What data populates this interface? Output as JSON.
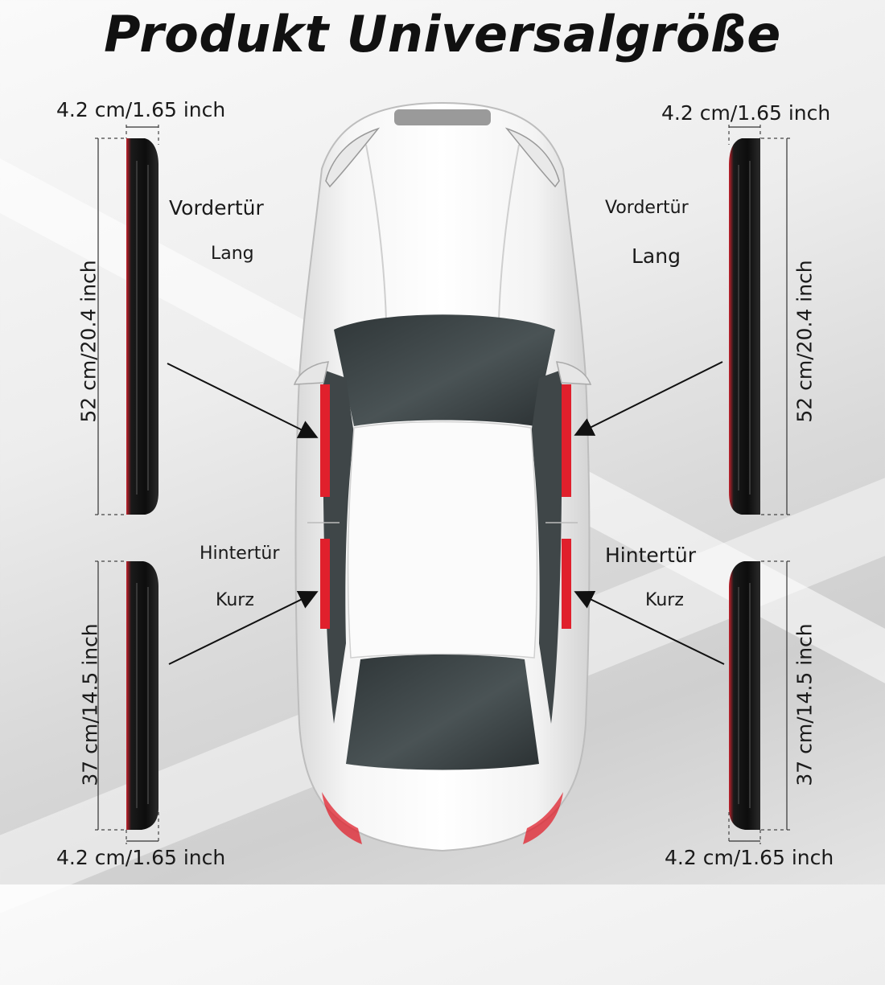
{
  "title": "Produkt Universalgröße",
  "labels": {
    "width_top_left": "4.2 cm/1.65 inch",
    "width_top_right": "4.2 cm/1.65 inch",
    "width_bottom_left": "4.2 cm/1.65 inch",
    "width_bottom_right": "4.2 cm/1.65 inch",
    "long_left": "52 cm/20.4 inch",
    "long_right": "52 cm/20.4 inch",
    "short_left": "37 cm/14.5 inch",
    "short_right": "37 cm/14.5 inch"
  },
  "doors": {
    "front_left": "Vordertür",
    "front_left_size": "Lang",
    "front_right": "Vordertür",
    "front_right_size": "Lang",
    "rear_left": "Hintertür",
    "rear_left_size": "Kurz",
    "rear_right": "Hintertür",
    "rear_right_size": "Kurz"
  },
  "colors": {
    "strip": "#111111",
    "strip_edge": "#c4212b",
    "mark": "#e0202c",
    "car_body": "#f4f4f4",
    "glass": "#3c4446"
  }
}
